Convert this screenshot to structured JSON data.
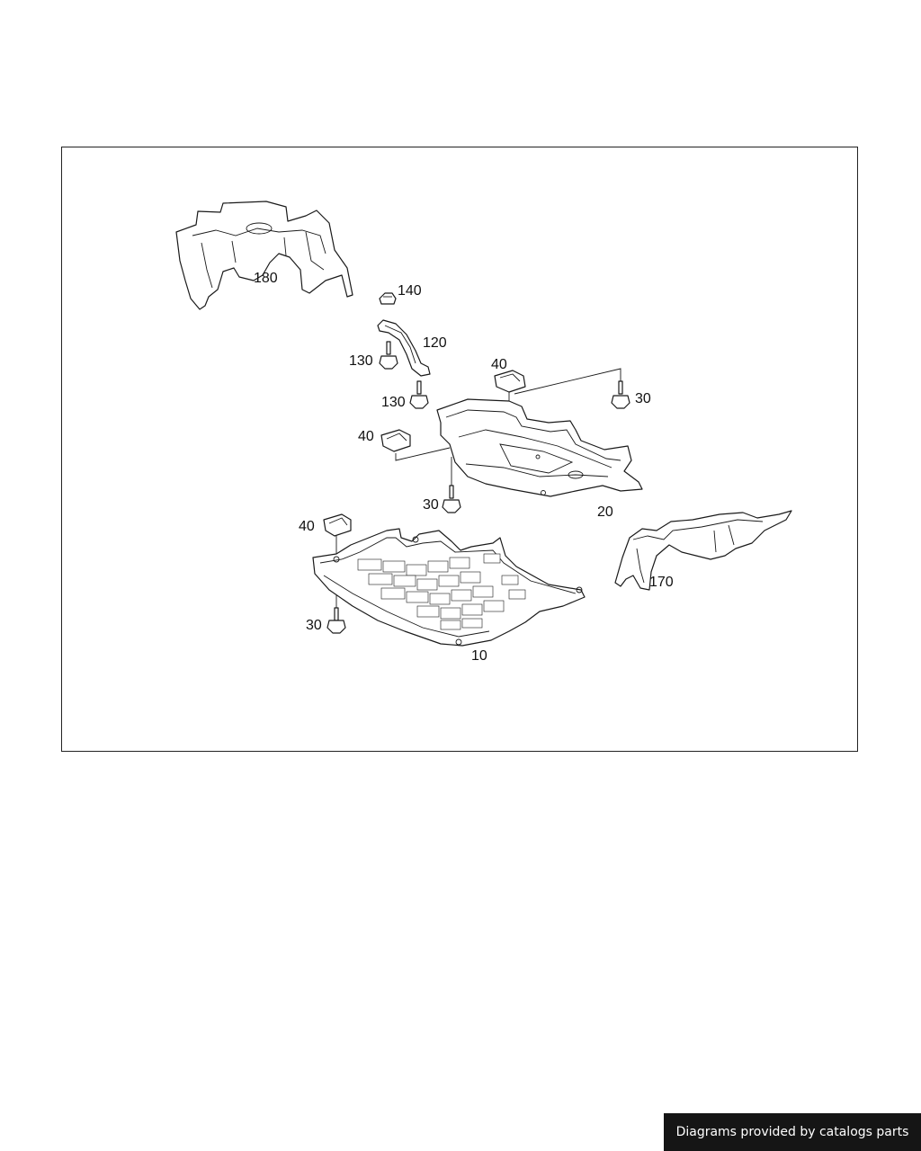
{
  "diagram": {
    "callouts": {
      "c180": "180",
      "c140": "140",
      "c120": "120",
      "c130a": "130",
      "c130b": "130",
      "c40a": "40",
      "c40b": "40",
      "c40c": "40",
      "c30a": "30",
      "c30b": "30",
      "c30c": "30",
      "c20": "20",
      "c170": "170",
      "c10": "10"
    }
  },
  "footer": {
    "credit": "Diagrams provided by catalogs parts"
  }
}
